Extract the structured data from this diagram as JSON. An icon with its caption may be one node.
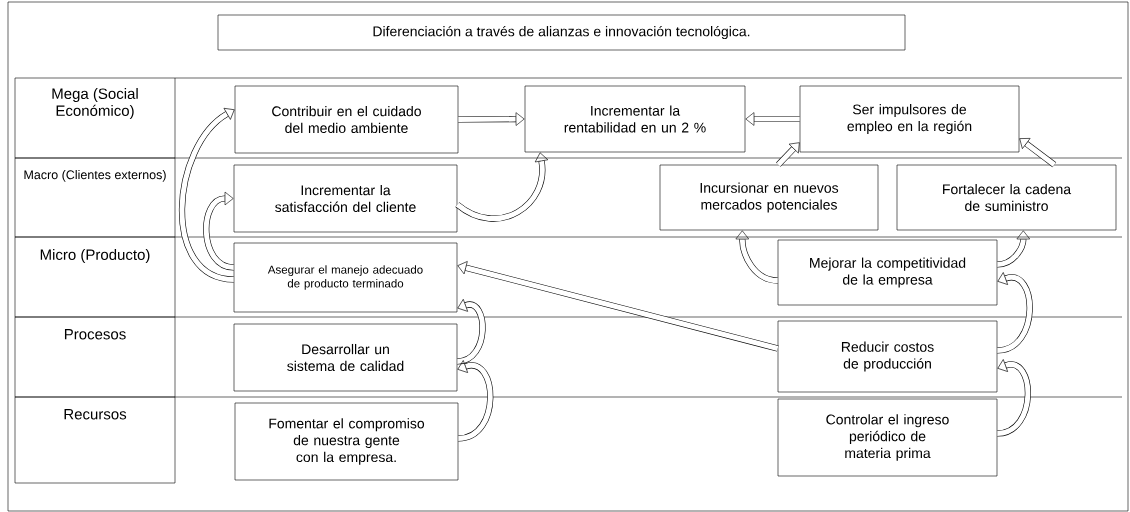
{
  "diagram": {
    "title": "Diferenciación a través de alianzas e innovación tecnológica.",
    "nodes": [
      {
        "text": [
          "Mega (Social Económico)"
        ]
      },
      {
        "text": [
          "Macro (Clientes externos)"
        ]
      },
      {
        "text": [
          "Micro (Producto)"
        ]
      },
      {
        "text": [
          "Procesos"
        ]
      },
      {
        "text": [
          "Recursos"
        ]
      },
      {
        "text": [
          "Contribuir en el cuidado del medio ambiente"
        ]
      },
      {
        "text": [
          "Incrementar la rentabilidad en un 2 %"
        ]
      },
      {
        "text": [
          "Ser impulsores de empleo en la región"
        ]
      },
      {
        "text": [
          "Incrementar la satisfacción del cliente"
        ]
      },
      {
        "text": [
          "Incursionar en nuevos mercados potenciales"
        ]
      },
      {
        "text": [
          "Fortalecer la cadena de suministro"
        ]
      },
      {
        "text": [
          "Asegurar el manejo adecuado de producto terminado"
        ]
      },
      {
        "text": [
          "Mejorar la competitividad de la empresa"
        ]
      },
      {
        "text": [
          "Desarrollar un sistema de calidad"
        ]
      },
      {
        "text": [
          "Reducir costos de producción"
        ]
      },
      {
        "text": [
          "Fomentar el compromiso de nuestra gente con la empresa."
        ]
      },
      {
        "text": [
          "Controlar el ingreso periódico de materia prima"
        ]
      }
    ],
    "edges": [
      {
        "from": 5,
        "to": 6,
        "arrow": "to"
      },
      {
        "from": 7,
        "to": 6,
        "arrow": "to"
      },
      {
        "from": 8,
        "to": 6,
        "arrow": "to"
      },
      {
        "from": 9,
        "to": 7,
        "arrow": "to"
      },
      {
        "from": 10,
        "to": 7,
        "arrow": "to"
      },
      {
        "from": 11,
        "to": 5,
        "arrow": "to"
      },
      {
        "from": 11,
        "to": 8,
        "arrow": "to"
      },
      {
        "from": 12,
        "to": 9,
        "arrow": "to"
      },
      {
        "from": 12,
        "to": 10,
        "arrow": "to"
      },
      {
        "from": 13,
        "to": 11,
        "arrow": "to"
      },
      {
        "from": 14,
        "to": 11,
        "arrow": "to"
      },
      {
        "from": 14,
        "to": 12,
        "arrow": "to"
      },
      {
        "from": 15,
        "to": 13,
        "arrow": "to"
      },
      {
        "from": 16,
        "to": 14,
        "arrow": "to"
      }
    ]
  }
}
